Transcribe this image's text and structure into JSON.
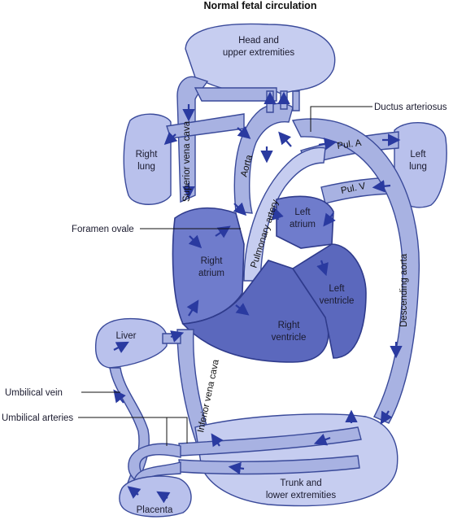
{
  "title": "Normal fetal circulation",
  "labels": {
    "head": [
      "Head and",
      "upper extremities"
    ],
    "ductus": "Ductus arteriosus",
    "right_lung": [
      "Right",
      "lung"
    ],
    "left_lung": [
      "Left",
      "lung"
    ],
    "svc": "Superior vena cava",
    "aorta": "Aorta",
    "pulmonary_artery": "Pulmonary artery",
    "pul_a": "Pul. A",
    "pul_v": "Pul. V",
    "left_atrium": [
      "Left",
      "atrium"
    ],
    "foramen_ovale": "Foramen ovale",
    "right_atrium": [
      "Right",
      "atrium"
    ],
    "left_ventricle": [
      "Left",
      "ventricle"
    ],
    "right_ventricle": [
      "Right",
      "ventricle"
    ],
    "descending_aorta": "Descending aorta",
    "liver": "Liver",
    "ivc": "Inferior vena cava",
    "umbilical_vein": "Umbilical vein",
    "umbilical_arteries": "Umbilical arteries",
    "trunk": [
      "Trunk and",
      "lower extremities"
    ],
    "placenta": "Placenta"
  },
  "colors": {
    "vessel": "#a8b2e2",
    "heart": "#6f7ccc",
    "outline": "#3a4a9a",
    "arrow": "#2a3aa0"
  }
}
